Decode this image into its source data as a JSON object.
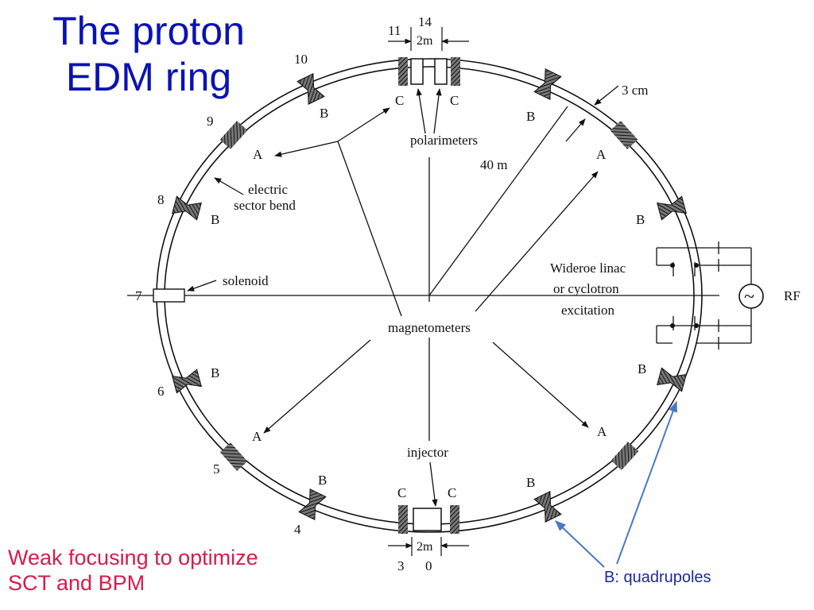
{
  "title": {
    "line1": "The proton",
    "line2": "EDM ring",
    "color": "#0a12b4"
  },
  "caption": {
    "line1": "Weak focusing to optimize",
    "line2": "SCT and BPM",
    "color": "#d41c4c"
  },
  "quad_note": {
    "text": "B: quadrupoles",
    "color": "#1e2a9a",
    "arrow_color": "#4a78c8"
  },
  "labels": {
    "n11": "11",
    "n14": "14",
    "top_2m": "2m",
    "n10": "10",
    "n9": "9",
    "n8": "8",
    "n7": "7",
    "n6": "6",
    "n5": "5",
    "n4": "4",
    "bottom_3": "3",
    "bottom_0": "0",
    "bottom_2m": "2m",
    "C": "C",
    "A": "A",
    "B": "B",
    "polarimeters": "polarimeters",
    "magnetometers": "magnetometers",
    "injector": "injector",
    "electric": "electric",
    "sector_bend": "sector bend",
    "solenoid": "solenoid",
    "radius": "40 m",
    "gap": "3 cm",
    "wideroe_1": "Wideroe linac",
    "wideroe_2": "or cyclotron",
    "wideroe_3": "excitation",
    "rf": "RF",
    "rf_symbol": "~"
  }
}
